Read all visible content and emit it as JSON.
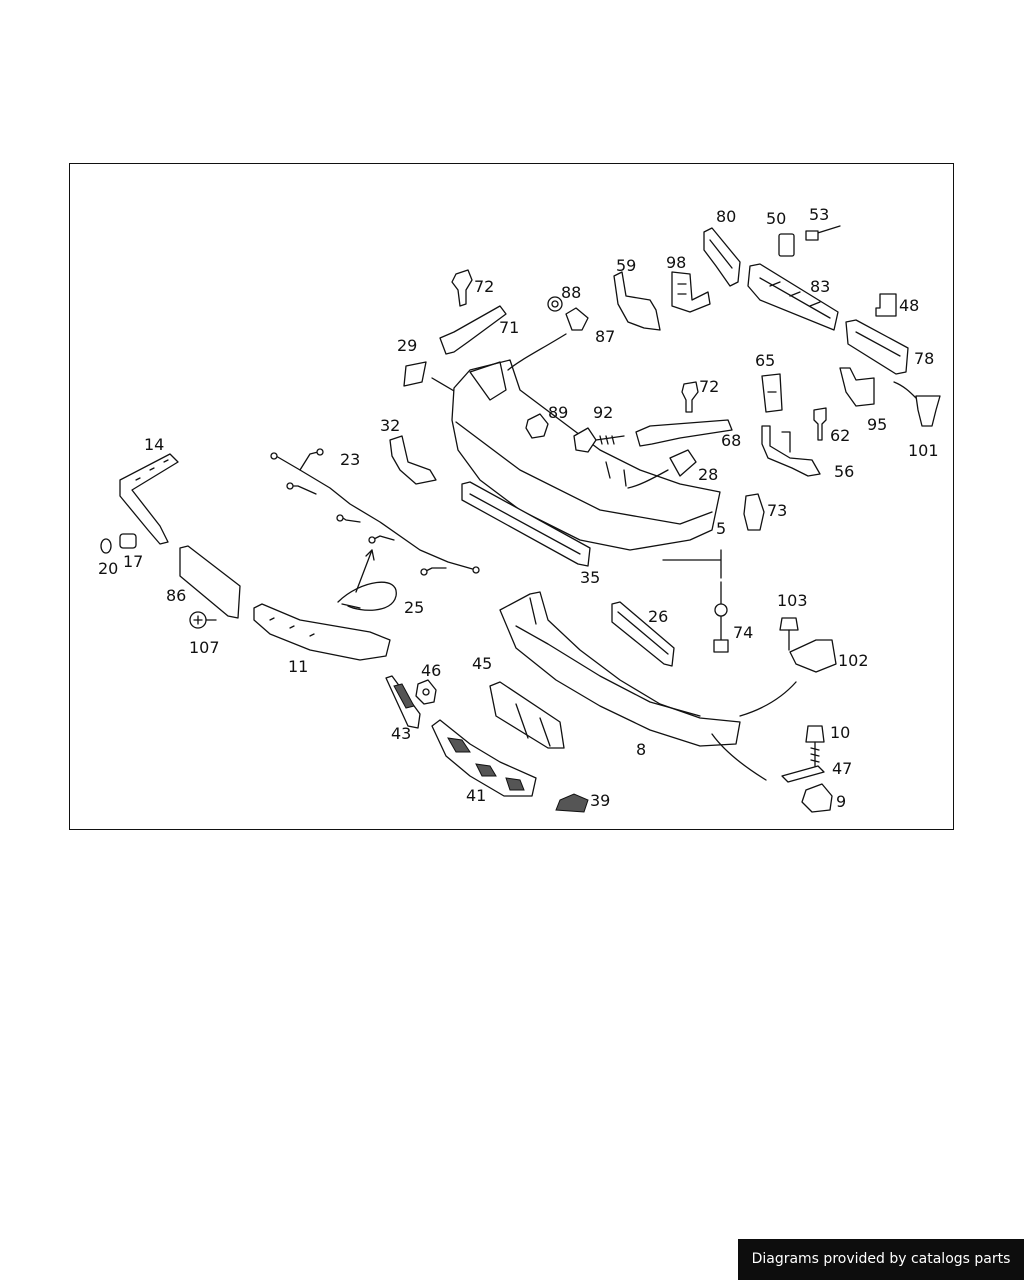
{
  "credit_banner": "Diagrams provided by catalogs parts",
  "labels": [
    {
      "id": "80",
      "text": "80"
    },
    {
      "id": "50",
      "text": "50"
    },
    {
      "id": "53",
      "text": "53"
    },
    {
      "id": "83",
      "text": "83"
    },
    {
      "id": "48",
      "text": "48"
    },
    {
      "id": "78",
      "text": "78"
    },
    {
      "id": "59",
      "text": "59"
    },
    {
      "id": "98",
      "text": "98"
    },
    {
      "id": "88",
      "text": "88"
    },
    {
      "id": "87",
      "text": "87"
    },
    {
      "id": "72a",
      "text": "72"
    },
    {
      "id": "71",
      "text": "71"
    },
    {
      "id": "29",
      "text": "29"
    },
    {
      "id": "65",
      "text": "65"
    },
    {
      "id": "72b",
      "text": "72"
    },
    {
      "id": "95",
      "text": "95"
    },
    {
      "id": "101",
      "text": "101"
    },
    {
      "id": "62",
      "text": "62"
    },
    {
      "id": "89",
      "text": "89"
    },
    {
      "id": "92",
      "text": "92"
    },
    {
      "id": "68",
      "text": "68"
    },
    {
      "id": "56",
      "text": "56"
    },
    {
      "id": "32",
      "text": "32"
    },
    {
      "id": "14",
      "text": "14"
    },
    {
      "id": "23",
      "text": "23"
    },
    {
      "id": "28",
      "text": "28"
    },
    {
      "id": "73",
      "text": "73"
    },
    {
      "id": "5",
      "text": "5"
    },
    {
      "id": "20",
      "text": "20"
    },
    {
      "id": "17",
      "text": "17"
    },
    {
      "id": "35",
      "text": "35"
    },
    {
      "id": "86",
      "text": "86"
    },
    {
      "id": "25",
      "text": "25"
    },
    {
      "id": "26",
      "text": "26"
    },
    {
      "id": "103",
      "text": "103"
    },
    {
      "id": "74",
      "text": "74"
    },
    {
      "id": "107",
      "text": "107"
    },
    {
      "id": "11",
      "text": "11"
    },
    {
      "id": "46",
      "text": "46"
    },
    {
      "id": "45",
      "text": "45"
    },
    {
      "id": "102",
      "text": "102"
    },
    {
      "id": "10",
      "text": "10"
    },
    {
      "id": "43",
      "text": "43"
    },
    {
      "id": "8",
      "text": "8"
    },
    {
      "id": "47",
      "text": "47"
    },
    {
      "id": "41",
      "text": "41"
    },
    {
      "id": "39",
      "text": "39"
    },
    {
      "id": "9",
      "text": "9"
    }
  ]
}
